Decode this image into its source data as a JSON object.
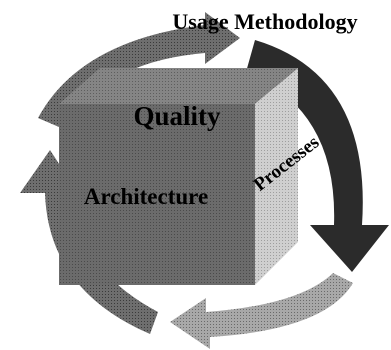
{
  "diagram": {
    "labels": {
      "top": "Usage Methodology",
      "front_top": "Quality",
      "front_bottom": "Architecture",
      "side": "Processes"
    },
    "colors": {
      "background": "#ffffff",
      "label_text": "#000000",
      "cube_front": "#6b6b6b",
      "cube_top": "#858585",
      "cube_side": "#cfcfcf",
      "arrow_dark": "#2b2b2b",
      "arrow_mid": "#6e6e6e",
      "arrow_light": "#a8a8a8"
    }
  }
}
